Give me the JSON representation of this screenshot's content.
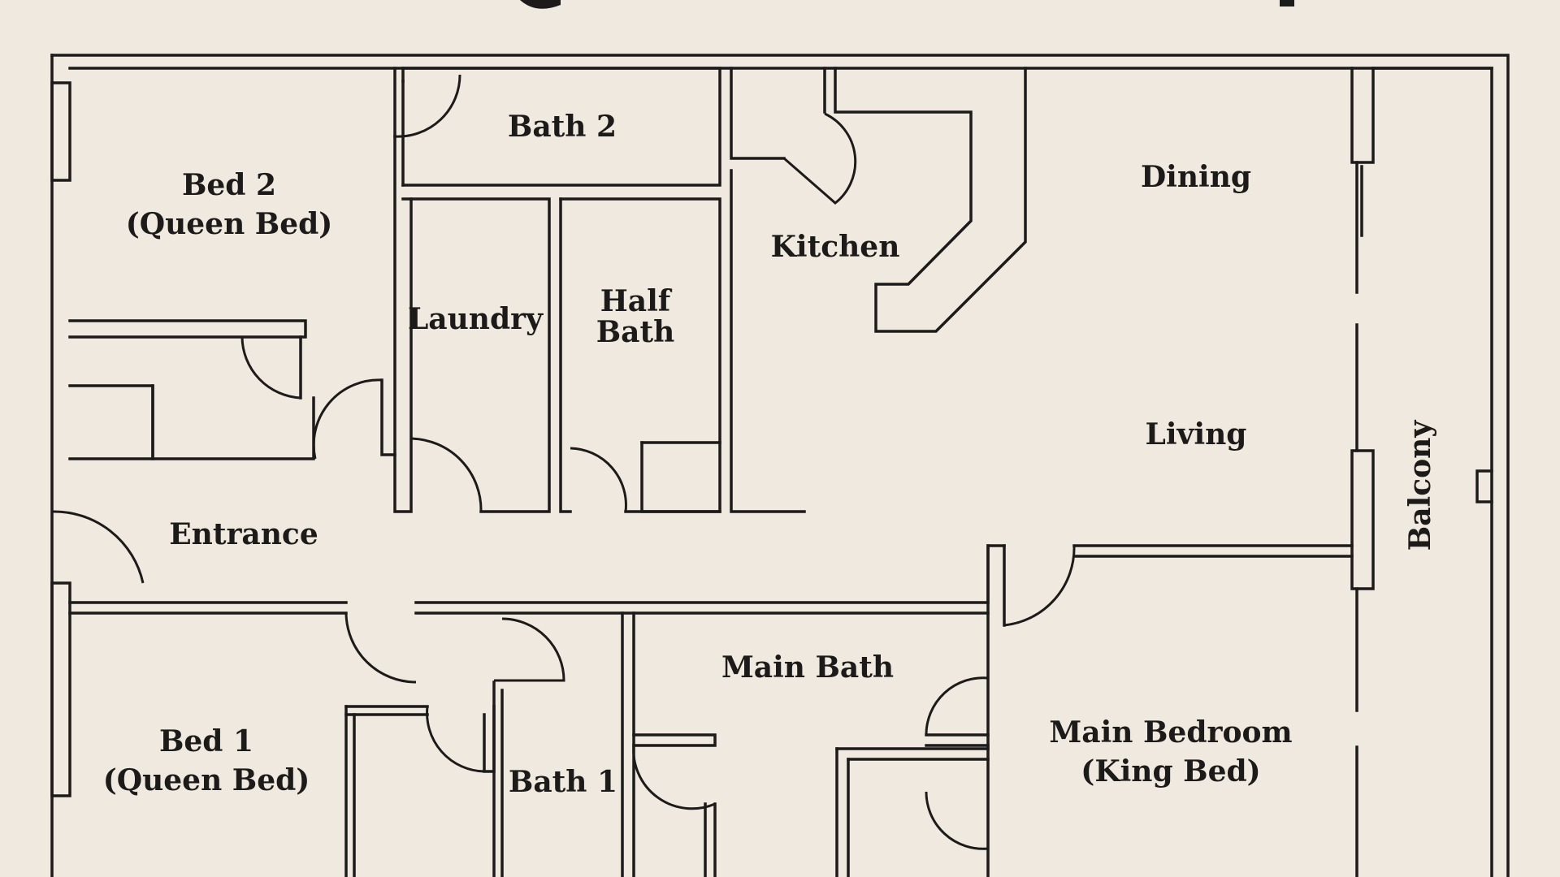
{
  "palette": {
    "background": "#efe9df",
    "ink": "#1c1b19"
  },
  "rooms": {
    "bed2": {
      "name": "Bed 2",
      "detail": "(Queen Bed)"
    },
    "bath2": {
      "name": "Bath 2"
    },
    "laundry": {
      "name": "Laundry"
    },
    "half_bath": {
      "name": "Half",
      "name_line2": "Bath"
    },
    "kitchen": {
      "name": "Kitchen"
    },
    "dining": {
      "name": "Dining"
    },
    "living": {
      "name": "Living"
    },
    "balcony": {
      "name": "Balcony"
    },
    "entrance": {
      "name": "Entrance"
    },
    "bed1": {
      "name": "Bed 1",
      "detail": "(Queen Bed)"
    },
    "bath1": {
      "name": "Bath 1"
    },
    "main_bath": {
      "name": "Main Bath"
    },
    "main_bedroom": {
      "name": "Main Bedroom",
      "detail": "(King Bed)"
    }
  }
}
